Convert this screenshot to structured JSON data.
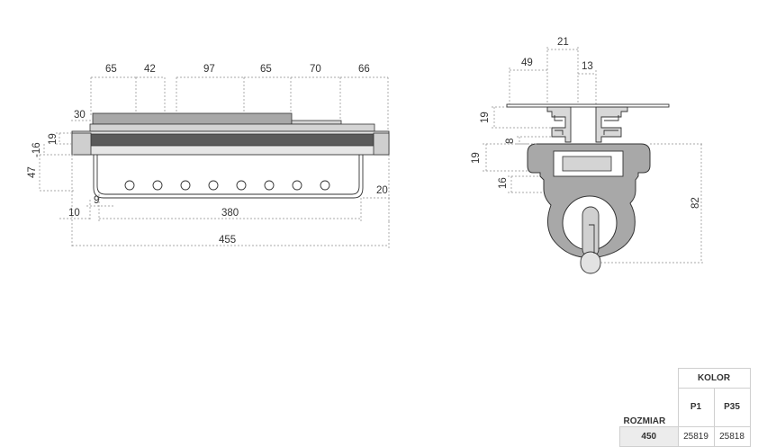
{
  "side_view": {
    "dims_top": [
      "65",
      "42",
      "97",
      "65",
      "70",
      "66"
    ],
    "dim_30": "30",
    "dim_19": "19",
    "dim_16": "-16",
    "dim_47": "47",
    "dim_20": "20",
    "dim_9": "9",
    "dim_10": "10",
    "dim_380": "380",
    "dim_455": "455"
  },
  "end_view": {
    "dim_21": "21",
    "dim_49": "49",
    "dim_13": "13",
    "dim_19a": "19",
    "dim_8": "8",
    "dim_19b": "19",
    "dim_16": "16",
    "dim_82": "82"
  },
  "table": {
    "kolor": "KOLOR",
    "p1": "P1",
    "p35": "P35",
    "rozmiar": "ROZMIAR",
    "size": "450",
    "code_p1": "25819",
    "code_p35": "25818"
  },
  "colors": {
    "line": "#333333",
    "rail_dark": "#5a5a5a",
    "body_grey": "#a8a8a8",
    "light_grey": "#d4d4d4",
    "table_border": "#cfcfcf",
    "table_fill": "#ececec"
  }
}
